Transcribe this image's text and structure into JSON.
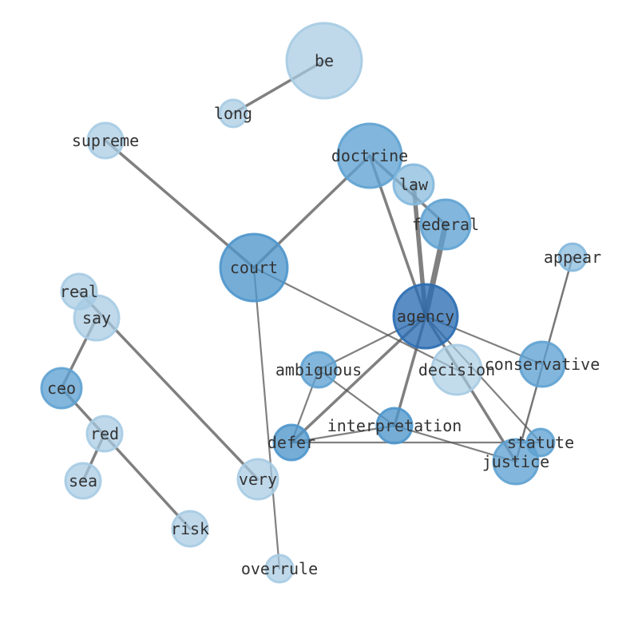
{
  "graph": {
    "nodes": [
      {
        "id": "be",
        "label": "be",
        "color": "#a6cbe3"
      },
      {
        "id": "long",
        "label": "long",
        "color": "#a6cbe3"
      },
      {
        "id": "supreme",
        "label": "supreme",
        "color": "#a6cbe3"
      },
      {
        "id": "doctrine",
        "label": "doctrine",
        "color": "#5fa2d2"
      },
      {
        "id": "law",
        "label": "law",
        "color": "#84b8dd"
      },
      {
        "id": "federal",
        "label": "federal",
        "color": "#5fa2d2"
      },
      {
        "id": "appear",
        "label": "appear",
        "color": "#84b8dd"
      },
      {
        "id": "court",
        "label": "court",
        "color": "#4e96cc"
      },
      {
        "id": "real",
        "label": "real",
        "color": "#a6cbe3"
      },
      {
        "id": "say",
        "label": "say",
        "color": "#a6cbe3"
      },
      {
        "id": "agency",
        "label": "agency",
        "color": "#2a6db3"
      },
      {
        "id": "ambiguous",
        "label": "ambiguous",
        "color": "#5fa2d2"
      },
      {
        "id": "decision",
        "label": "decision",
        "color": "#a6cbe3"
      },
      {
        "id": "conservative",
        "label": "conservative",
        "color": "#5fa2d2"
      },
      {
        "id": "ceo",
        "label": "ceo",
        "color": "#5fa2d2"
      },
      {
        "id": "interpretation",
        "label": "interpretation",
        "color": "#4e96cc"
      },
      {
        "id": "red",
        "label": "red",
        "color": "#a6cbe3"
      },
      {
        "id": "defer",
        "label": "defer",
        "color": "#4e96cc"
      },
      {
        "id": "statute",
        "label": "statute",
        "color": "#5fa2d2"
      },
      {
        "id": "justice",
        "label": "justice",
        "color": "#5fa2d2"
      },
      {
        "id": "sea",
        "label": "sea",
        "color": "#a6cbe3"
      },
      {
        "id": "very",
        "label": "very",
        "color": "#a6cbe3"
      },
      {
        "id": "risk",
        "label": "risk",
        "color": "#a6cbe3"
      },
      {
        "id": "overrule",
        "label": "overrule",
        "color": "#a6cbe3"
      }
    ],
    "edges": [
      {
        "source": "be",
        "target": "long"
      },
      {
        "source": "supreme",
        "target": "court"
      },
      {
        "source": "court",
        "target": "doctrine"
      },
      {
        "source": "court",
        "target": "decision"
      },
      {
        "source": "court",
        "target": "overrule"
      },
      {
        "source": "doctrine",
        "target": "agency"
      },
      {
        "source": "doctrine",
        "target": "federal"
      },
      {
        "source": "law",
        "target": "agency"
      },
      {
        "source": "federal",
        "target": "agency"
      },
      {
        "source": "agency",
        "target": "ambiguous"
      },
      {
        "source": "agency",
        "target": "defer"
      },
      {
        "source": "agency",
        "target": "interpretation"
      },
      {
        "source": "agency",
        "target": "conservative"
      },
      {
        "source": "agency",
        "target": "justice"
      },
      {
        "source": "agency",
        "target": "statute"
      },
      {
        "source": "ambiguous",
        "target": "interpretation"
      },
      {
        "source": "ambiguous",
        "target": "defer"
      },
      {
        "source": "defer",
        "target": "interpretation"
      },
      {
        "source": "defer",
        "target": "statute"
      },
      {
        "source": "interpretation",
        "target": "justice"
      },
      {
        "source": "appear",
        "target": "justice"
      },
      {
        "source": "real",
        "target": "very"
      },
      {
        "source": "say",
        "target": "ceo"
      },
      {
        "source": "ceo",
        "target": "risk"
      },
      {
        "source": "red",
        "target": "sea"
      }
    ]
  }
}
